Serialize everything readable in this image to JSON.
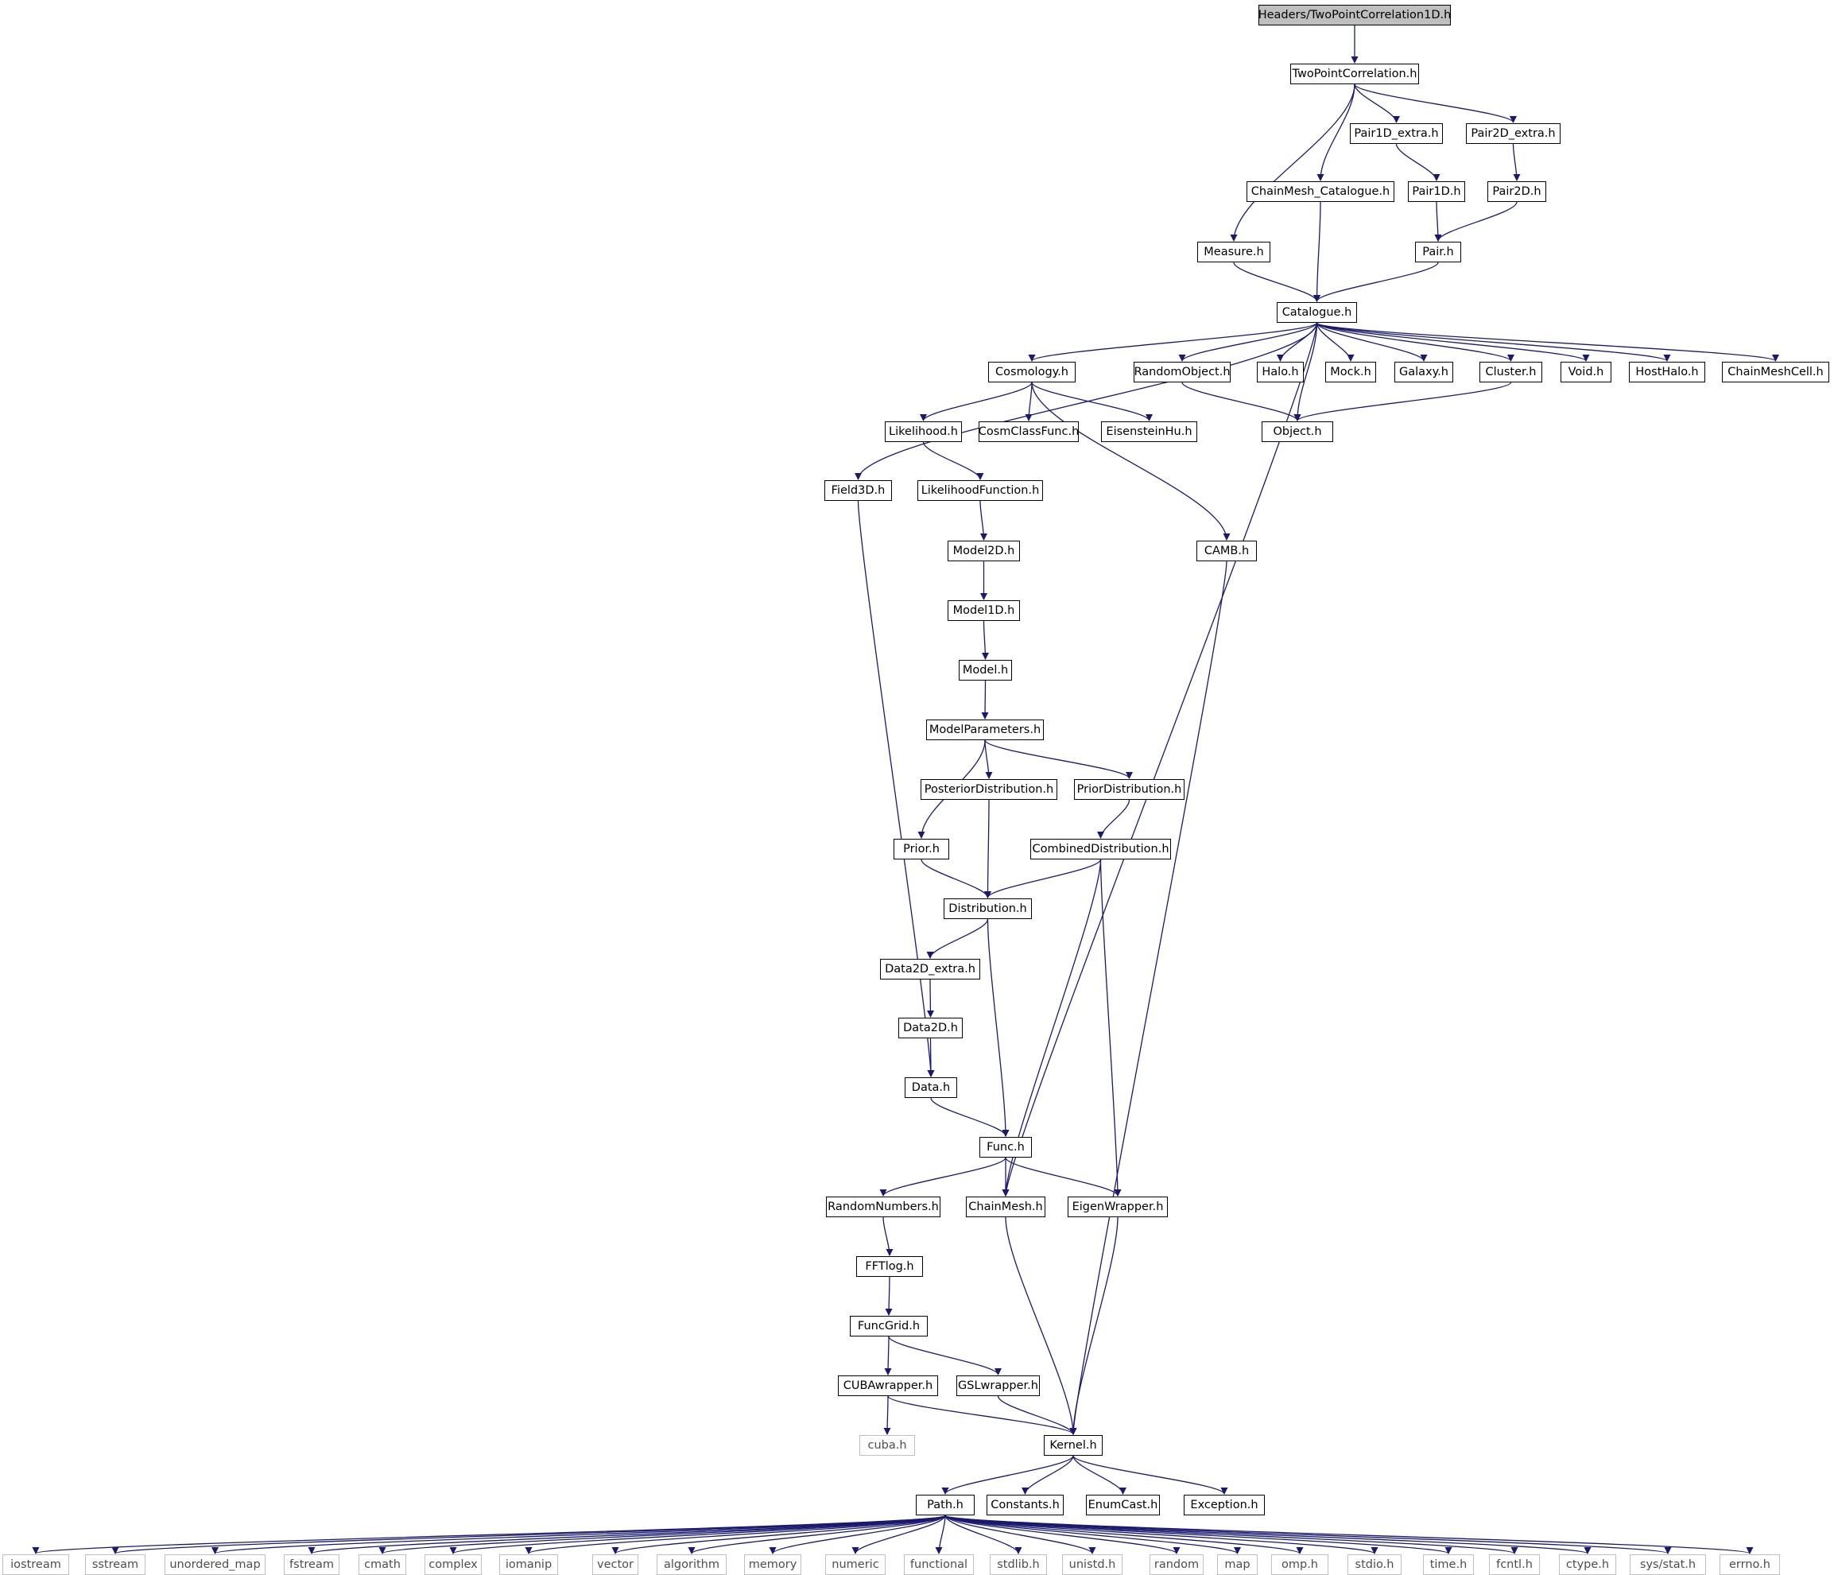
{
  "graph": {
    "root_id": "root",
    "colors": {
      "edge": "#191970",
      "root_fill": "#bfbfbf",
      "node_border": "#000000",
      "system_border": "#bfbfbf"
    },
    "nodes": [
      {
        "id": "root",
        "label": "Headers/TwoPointCorrelation1D.h",
        "kind": "root"
      },
      {
        "id": "tpc",
        "label": "TwoPointCorrelation.h"
      },
      {
        "id": "p1dx",
        "label": "Pair1D_extra.h"
      },
      {
        "id": "p2dx",
        "label": "Pair2D_extra.h"
      },
      {
        "id": "cmcat",
        "label": "ChainMesh_Catalogue.h"
      },
      {
        "id": "p1d",
        "label": "Pair1D.h"
      },
      {
        "id": "p2d",
        "label": "Pair2D.h"
      },
      {
        "id": "meas",
        "label": "Measure.h"
      },
      {
        "id": "pair",
        "label": "Pair.h"
      },
      {
        "id": "cat",
        "label": "Catalogue.h"
      },
      {
        "id": "cosmo",
        "label": "Cosmology.h"
      },
      {
        "id": "rob",
        "label": "RandomObject.h"
      },
      {
        "id": "halo",
        "label": "Halo.h"
      },
      {
        "id": "mock",
        "label": "Mock.h"
      },
      {
        "id": "gal",
        "label": "Galaxy.h"
      },
      {
        "id": "clus",
        "label": "Cluster.h"
      },
      {
        "id": "void",
        "label": "Void.h"
      },
      {
        "id": "hhalo",
        "label": "HostHalo.h"
      },
      {
        "id": "cmcell",
        "label": "ChainMeshCell.h"
      },
      {
        "id": "like",
        "label": "Likelihood.h"
      },
      {
        "id": "ccf",
        "label": "CosmClassFunc.h"
      },
      {
        "id": "eh",
        "label": "EisensteinHu.h"
      },
      {
        "id": "obj",
        "label": "Object.h"
      },
      {
        "id": "f3d",
        "label": "Field3D.h"
      },
      {
        "id": "lf",
        "label": "LikelihoodFunction.h"
      },
      {
        "id": "camb",
        "label": "CAMB.h"
      },
      {
        "id": "m2d",
        "label": "Model2D.h"
      },
      {
        "id": "m1d",
        "label": "Model1D.h"
      },
      {
        "id": "model",
        "label": "Model.h"
      },
      {
        "id": "mp",
        "label": "ModelParameters.h"
      },
      {
        "id": "post",
        "label": "PosteriorDistribution.h"
      },
      {
        "id": "prior_d",
        "label": "PriorDistribution.h"
      },
      {
        "id": "prior",
        "label": "Prior.h"
      },
      {
        "id": "comb",
        "label": "CombinedDistribution.h"
      },
      {
        "id": "dist",
        "label": "Distribution.h"
      },
      {
        "id": "d2dx",
        "label": "Data2D_extra.h"
      },
      {
        "id": "d2d",
        "label": "Data2D.h"
      },
      {
        "id": "data",
        "label": "Data.h"
      },
      {
        "id": "func",
        "label": "Func.h"
      },
      {
        "id": "rn",
        "label": "RandomNumbers.h"
      },
      {
        "id": "cm",
        "label": "ChainMesh.h"
      },
      {
        "id": "eig",
        "label": "EigenWrapper.h"
      },
      {
        "id": "fft",
        "label": "FFTlog.h"
      },
      {
        "id": "fg",
        "label": "FuncGrid.h"
      },
      {
        "id": "cuba_w",
        "label": "CUBAwrapper.h"
      },
      {
        "id": "gsl",
        "label": "GSLwrapper.h"
      },
      {
        "id": "cuba",
        "label": "cuba.h",
        "kind": "system"
      },
      {
        "id": "kern",
        "label": "Kernel.h"
      },
      {
        "id": "path",
        "label": "Path.h"
      },
      {
        "id": "const",
        "label": "Constants.h"
      },
      {
        "id": "ecast",
        "label": "EnumCast.h"
      },
      {
        "id": "exc",
        "label": "Exception.h"
      },
      {
        "id": "s_iostream",
        "label": "iostream",
        "kind": "system"
      },
      {
        "id": "s_sstream",
        "label": "sstream",
        "kind": "system"
      },
      {
        "id": "s_umap",
        "label": "unordered_map",
        "kind": "system"
      },
      {
        "id": "s_fstream",
        "label": "fstream",
        "kind": "system"
      },
      {
        "id": "s_cmath",
        "label": "cmath",
        "kind": "system"
      },
      {
        "id": "s_complex",
        "label": "complex",
        "kind": "system"
      },
      {
        "id": "s_iomanip",
        "label": "iomanip",
        "kind": "system"
      },
      {
        "id": "s_vector",
        "label": "vector",
        "kind": "system"
      },
      {
        "id": "s_algorithm",
        "label": "algorithm",
        "kind": "system"
      },
      {
        "id": "s_memory",
        "label": "memory",
        "kind": "system"
      },
      {
        "id": "s_numeric",
        "label": "numeric",
        "kind": "system"
      },
      {
        "id": "s_functional",
        "label": "functional",
        "kind": "system"
      },
      {
        "id": "s_stdlib",
        "label": "stdlib.h",
        "kind": "system"
      },
      {
        "id": "s_unistd",
        "label": "unistd.h",
        "kind": "system"
      },
      {
        "id": "s_random",
        "label": "random",
        "kind": "system"
      },
      {
        "id": "s_map",
        "label": "map",
        "kind": "system"
      },
      {
        "id": "s_omp",
        "label": "omp.h",
        "kind": "system"
      },
      {
        "id": "s_stdio",
        "label": "stdio.h",
        "kind": "system"
      },
      {
        "id": "s_time",
        "label": "time.h",
        "kind": "system"
      },
      {
        "id": "s_fcntl",
        "label": "fcntl.h",
        "kind": "system"
      },
      {
        "id": "s_ctype",
        "label": "ctype.h",
        "kind": "system"
      },
      {
        "id": "s_sysstat",
        "label": "sys/stat.h",
        "kind": "system"
      },
      {
        "id": "s_errno",
        "label": "errno.h",
        "kind": "system"
      }
    ],
    "edges": [
      [
        "root",
        "tpc"
      ],
      [
        "tpc",
        "p1dx"
      ],
      [
        "tpc",
        "p2dx"
      ],
      [
        "tpc",
        "cmcat"
      ],
      [
        "tpc",
        "meas"
      ],
      [
        "p1dx",
        "p1d"
      ],
      [
        "p2dx",
        "p2d"
      ],
      [
        "p1d",
        "pair"
      ],
      [
        "p2d",
        "pair"
      ],
      [
        "meas",
        "cat"
      ],
      [
        "cmcat",
        "cat"
      ],
      [
        "pair",
        "cat"
      ],
      [
        "cat",
        "cosmo"
      ],
      [
        "cat",
        "rob"
      ],
      [
        "cat",
        "halo"
      ],
      [
        "cat",
        "mock"
      ],
      [
        "cat",
        "gal"
      ],
      [
        "cat",
        "clus"
      ],
      [
        "cat",
        "void"
      ],
      [
        "cat",
        "hhalo"
      ],
      [
        "cat",
        "cmcell"
      ],
      [
        "cat",
        "obj"
      ],
      [
        "cat",
        "f3d"
      ],
      [
        "cat",
        "cm"
      ],
      [
        "rob",
        "obj"
      ],
      [
        "clus",
        "obj"
      ],
      [
        "cosmo",
        "like"
      ],
      [
        "cosmo",
        "ccf"
      ],
      [
        "cosmo",
        "eh"
      ],
      [
        "cosmo",
        "camb"
      ],
      [
        "like",
        "lf"
      ],
      [
        "lf",
        "m2d"
      ],
      [
        "m2d",
        "m1d"
      ],
      [
        "m1d",
        "model"
      ],
      [
        "model",
        "mp"
      ],
      [
        "mp",
        "post"
      ],
      [
        "mp",
        "prior_d"
      ],
      [
        "mp",
        "prior"
      ],
      [
        "prior_d",
        "comb"
      ],
      [
        "post",
        "dist"
      ],
      [
        "prior",
        "dist"
      ],
      [
        "comb",
        "dist"
      ],
      [
        "comb",
        "cm"
      ],
      [
        "comb",
        "eig"
      ],
      [
        "dist",
        "d2dx"
      ],
      [
        "dist",
        "func"
      ],
      [
        "d2dx",
        "d2d"
      ],
      [
        "d2d",
        "data"
      ],
      [
        "f3d",
        "data"
      ],
      [
        "data",
        "func"
      ],
      [
        "func",
        "rn"
      ],
      [
        "func",
        "cm"
      ],
      [
        "func",
        "eig"
      ],
      [
        "rn",
        "fft"
      ],
      [
        "fft",
        "fg"
      ],
      [
        "fg",
        "cuba_w"
      ],
      [
        "fg",
        "gsl"
      ],
      [
        "cuba_w",
        "cuba"
      ],
      [
        "cuba_w",
        "kern"
      ],
      [
        "gsl",
        "kern"
      ],
      [
        "cm",
        "kern"
      ],
      [
        "eig",
        "kern"
      ],
      [
        "camb",
        "kern"
      ],
      [
        "kern",
        "path"
      ],
      [
        "kern",
        "const"
      ],
      [
        "kern",
        "ecast"
      ],
      [
        "kern",
        "exc"
      ],
      [
        "path",
        "s_iostream"
      ],
      [
        "path",
        "s_sstream"
      ],
      [
        "path",
        "s_umap"
      ],
      [
        "path",
        "s_fstream"
      ],
      [
        "path",
        "s_cmath"
      ],
      [
        "path",
        "s_complex"
      ],
      [
        "path",
        "s_iomanip"
      ],
      [
        "path",
        "s_vector"
      ],
      [
        "path",
        "s_algorithm"
      ],
      [
        "path",
        "s_memory"
      ],
      [
        "path",
        "s_numeric"
      ],
      [
        "path",
        "s_functional"
      ],
      [
        "path",
        "s_stdlib"
      ],
      [
        "path",
        "s_unistd"
      ],
      [
        "path",
        "s_random"
      ],
      [
        "path",
        "s_map"
      ],
      [
        "path",
        "s_omp"
      ],
      [
        "path",
        "s_stdio"
      ],
      [
        "path",
        "s_time"
      ],
      [
        "path",
        "s_fcntl"
      ],
      [
        "path",
        "s_ctype"
      ],
      [
        "path",
        "s_sysstat"
      ],
      [
        "path",
        "s_errno"
      ]
    ]
  }
}
